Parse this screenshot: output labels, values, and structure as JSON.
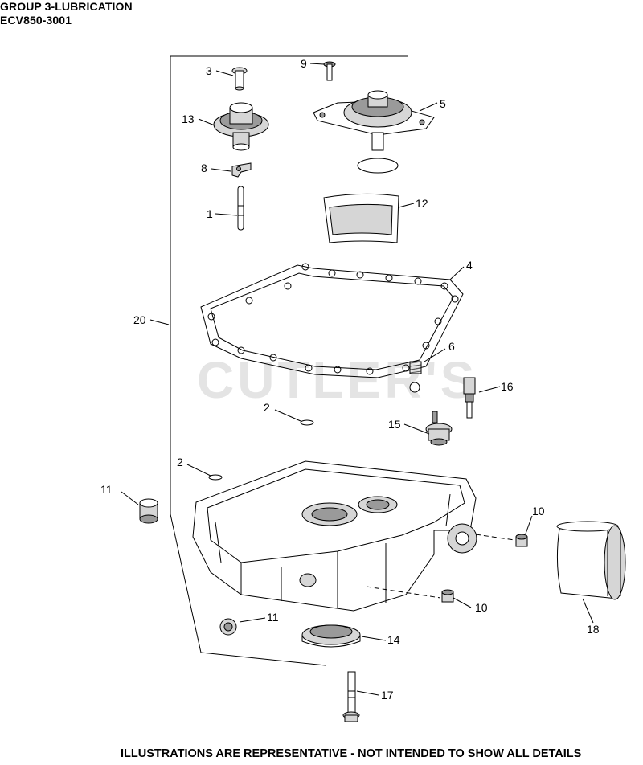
{
  "header": {
    "title": "GROUP 3-LUBRICATION",
    "model": "ECV850-3001"
  },
  "watermark": "CUTLER'S",
  "footer": "ILLUSTRATIONS ARE REPRESENTATIVE - NOT INTENDED TO SHOW ALL DETAILS",
  "callouts": {
    "c1": "1",
    "c2a": "2",
    "c2b": "2",
    "c3": "3",
    "c4": "4",
    "c5": "5",
    "c6": "6",
    "c8": "8",
    "c9": "9",
    "c10a": "10",
    "c10b": "10",
    "c11a": "11",
    "c11b": "11",
    "c12": "12",
    "c13": "13",
    "c14": "14",
    "c15": "15",
    "c16": "16",
    "c17": "17",
    "c18": "18",
    "c20": "20"
  }
}
